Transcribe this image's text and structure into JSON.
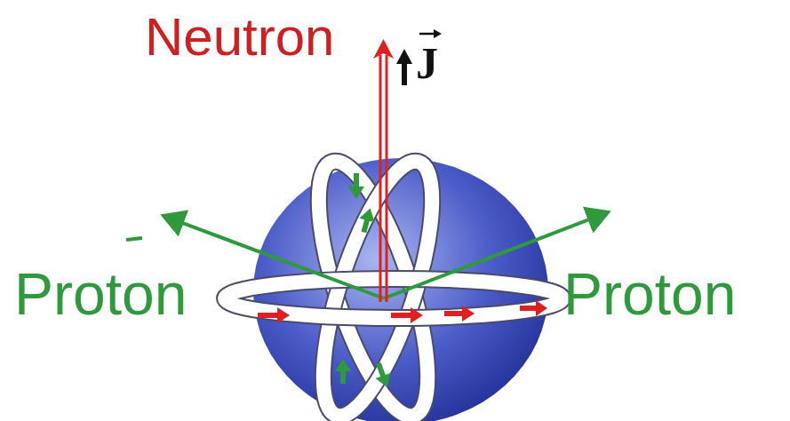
{
  "diagram": {
    "labels": [
      "Neutron",
      "J",
      "Proton",
      "Proton"
    ]
  }
}
